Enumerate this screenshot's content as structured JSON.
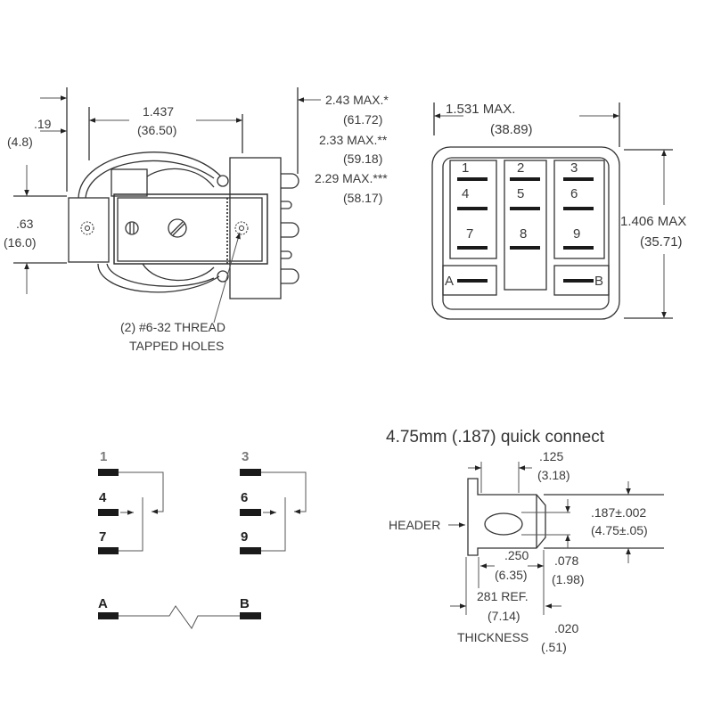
{
  "side_view": {
    "dim_offset": {
      "inch": ".19",
      "mm": "(4.8)"
    },
    "dim_width": {
      "inch": "1.437",
      "mm": "(36.50)"
    },
    "dim_height": {
      "inch": ".63",
      "mm": "(16.0)"
    },
    "dim_length": [
      {
        "inch": "2.43 MAX.*",
        "mm": "(61.72)"
      },
      {
        "inch": "2.33 MAX.**",
        "mm": "(59.18)"
      },
      {
        "inch": "2.29 MAX.***",
        "mm": "(58.17)"
      }
    ],
    "note_line1": "(2) #6-32  THREAD",
    "note_line2": "TAPPED HOLES"
  },
  "bottom_view": {
    "dim_width": {
      "inch": "1.531 MAX.",
      "mm": "(38.89)"
    },
    "dim_height": {
      "inch": "1.406 MAX",
      "mm": "(35.71)"
    },
    "pins": [
      "1",
      "2",
      "3",
      "4",
      "5",
      "6",
      "7",
      "8",
      "9"
    ],
    "coil_a": "A",
    "coil_b": "B"
  },
  "schematic": {
    "left": [
      "1",
      "4",
      "7"
    ],
    "right": [
      "3",
      "6",
      "9"
    ],
    "coil_a": "A",
    "coil_b": "B"
  },
  "quick_connect": {
    "title": "4.75mm (.187) quick connect",
    "header_label": "HEADER",
    "dim_125": {
      "inch": ".125",
      "mm": "(3.18)"
    },
    "dim_187": {
      "inch": ".187±.002",
      "mm": "(4.75±.05)"
    },
    "dim_250": {
      "inch": ".250",
      "mm": "(6.35)"
    },
    "dim_078": {
      "inch": ".078",
      "mm": "(1.98)"
    },
    "dim_281": {
      "inch": "281 REF.",
      "mm": "(7.14)"
    },
    "thickness_label": "THICKNESS",
    "thickness": {
      "inch": ".020",
      "mm": "(.51)"
    }
  }
}
